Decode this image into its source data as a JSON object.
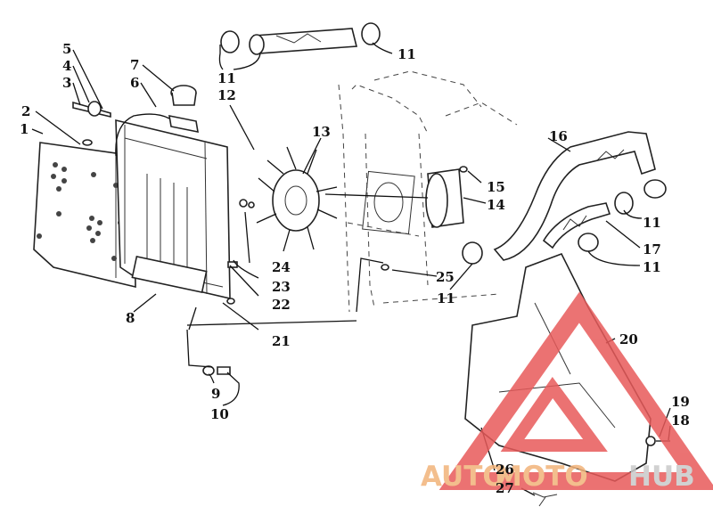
{
  "callouts": [
    {
      "label": "1"
    },
    {
      "label": "2"
    },
    {
      "label": "3"
    },
    {
      "label": "4"
    },
    {
      "label": "5"
    },
    {
      "label": "6"
    },
    {
      "label": "7"
    },
    {
      "label": "8"
    },
    {
      "label": "9"
    },
    {
      "label": "10"
    },
    {
      "label": "11"
    },
    {
      "label": "12"
    },
    {
      "label": "13"
    },
    {
      "label": "14"
    },
    {
      "label": "15"
    },
    {
      "label": "16"
    },
    {
      "label": "11"
    },
    {
      "label": "17"
    },
    {
      "label": "11"
    },
    {
      "label": "25"
    },
    {
      "label": "11"
    },
    {
      "label": "24"
    },
    {
      "label": "23"
    },
    {
      "label": "22"
    },
    {
      "label": "21"
    },
    {
      "label": "20"
    },
    {
      "label": "19"
    },
    {
      "label": "18"
    },
    {
      "label": "26"
    },
    {
      "label": "27"
    },
    {
      "label": "11"
    }
  ],
  "watermark": {
    "part1": "AUTO",
    "part2": "MOTO",
    "part3": "HUB",
    "color_primary": "#f2b37a",
    "color_secondary": "#c9c9c9",
    "triangle_color": "#e85a5a"
  },
  "colors": {
    "ink": "#111111",
    "background": "#ffffff"
  }
}
